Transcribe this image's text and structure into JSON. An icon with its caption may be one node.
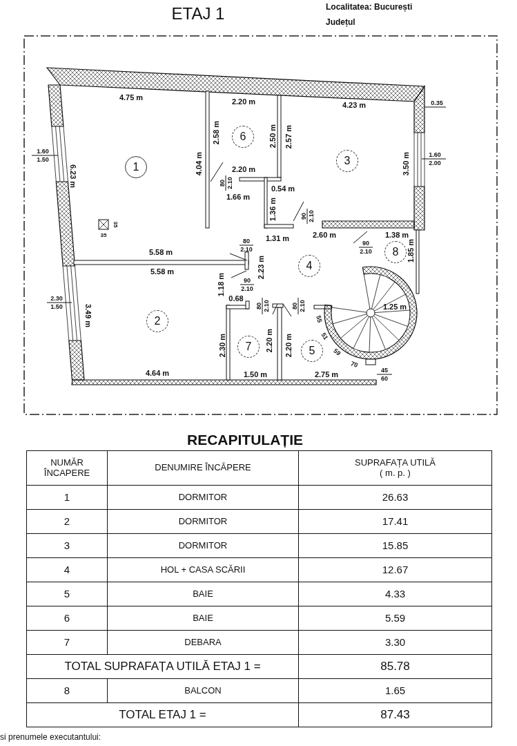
{
  "diagram": {
    "title": "ETAJ 1",
    "nodes": [
      {
        "text": [
          "1"
        ]
      },
      {
        "text": [
          "6"
        ]
      },
      {
        "text": [
          "3"
        ]
      },
      {
        "text": [
          "4"
        ]
      },
      {
        "text": [
          "8"
        ]
      },
      {
        "text": [
          "2"
        ]
      },
      {
        "text": [
          "7"
        ]
      },
      {
        "text": [
          "5"
        ]
      }
    ],
    "labels": [
      "Localitatea: București",
      "Județul",
      "4.75 m",
      "2.20 m",
      "0.35",
      "4.23 m",
      "2.58 m",
      "2.50 m",
      "2.57 m",
      "1.60",
      "1.50",
      "1.60",
      "2.00",
      "4.04 m",
      "3.50 m",
      "2.20 m",
      "6.23 m",
      "0.54 m",
      "80",
      "2.10",
      "1.66 m",
      "1.36 m",
      "90",
      "2.10",
      "35",
      "35",
      "1.31 m",
      "2.60 m",
      "1.38 m",
      "80",
      "2.10",
      "90",
      "2.10",
      "5.58 m",
      "1.85 m",
      "2.23 m",
      "5.58 m",
      "90",
      "2.10",
      "1.18 m",
      "2.30",
      "1.50",
      "0.68",
      "80",
      "2.10",
      "80",
      "2.10",
      "1.25 m",
      "3.49 m",
      "55",
      "51",
      "59",
      "70",
      "2.30 m",
      "2.20 m",
      "2.20 m",
      "4.64 m",
      "1.50 m",
      "2.75 m",
      "45",
      "60",
      "RECAPITULAȚIE",
      "NUMĂR ÎNCAPERE",
      "DENUMIRE ÎNCĂPERE",
      "SUPRAFAȚA UTILĂ ( m. p. )",
      "1",
      "DORMITOR",
      "26.63",
      "2",
      "DORMITOR",
      "17.41",
      "3",
      "DORMITOR",
      "15.85",
      "4",
      "HOL + CASA SCĂRII",
      "12.67",
      "5",
      "BAIE",
      "4.33",
      "6",
      "BAIE",
      "5.59",
      "7",
      "DEBARA",
      "3.30",
      "TOTAL SUPRAFAȚA UTILĂ ETAJ 1 =",
      "85.78",
      "8",
      "BALCON",
      "1.65",
      "TOTAL ETAJ 1 =",
      "87.43",
      "si prenumele executantului:"
    ]
  }
}
